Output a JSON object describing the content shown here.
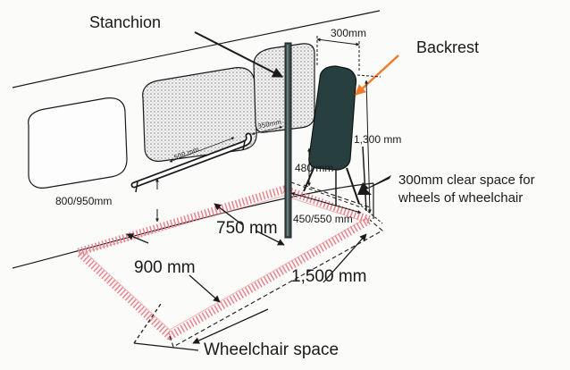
{
  "labels": {
    "stanchion": "Stanchion",
    "backrest": "Backrest",
    "backrest_width": "300mm",
    "backrest_height": "1,300 mm",
    "seat_height": "480 mm",
    "seat_depth": "450/550 mm",
    "clear_space": "300mm clear space for\nwheels of wheelchair",
    "handrail_height": "800/950mm",
    "handrail_length": "500 mm",
    "handrail_offset": "350mm",
    "space_width": "750 mm",
    "space_depth": "900 mm",
    "space_length": "1,500 mm",
    "wheelchair_space": "Wheelchair space"
  },
  "colors": {
    "hatch": "#e8828c",
    "backrest_fill": "#27403f",
    "arrow_orange": "#f07a2a",
    "ink": "#1a1a1a",
    "window_shade": "#8a8a8a"
  }
}
